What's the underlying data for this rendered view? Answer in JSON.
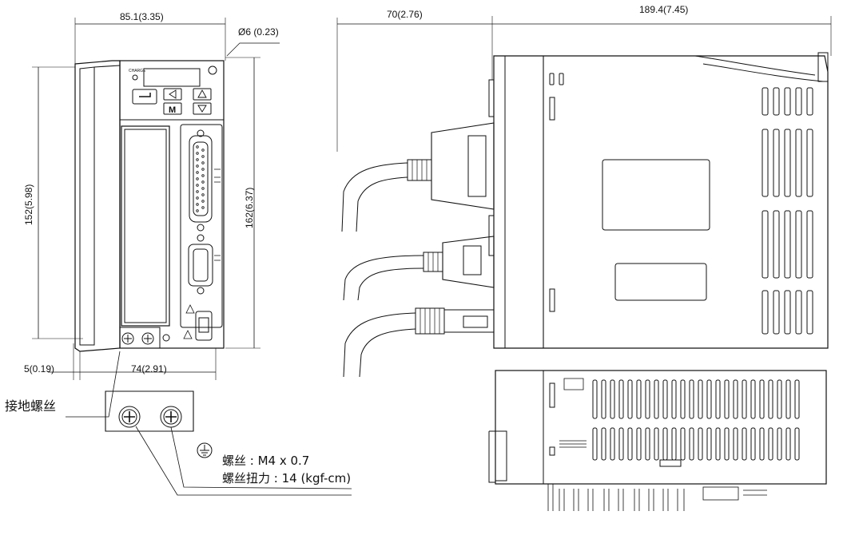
{
  "dimensions": {
    "width_front": "85.1(3.35)",
    "hole_diameter": "Ø6 (0.23)",
    "height_left": "152(5.98)",
    "height_right": "162(6.37)",
    "mount_offset": "5(0.19)",
    "mount_spacing": "74(2.91)",
    "cable_clearance": "70(2.76)",
    "depth": "189.4(7.45)"
  },
  "panel": {
    "charge_label": "CHARGE",
    "keys": [
      "↵",
      "◁",
      "△",
      "M",
      "▽"
    ]
  },
  "callout": {
    "ground_screw_label": "接地螺丝",
    "screw_spec": "螺丝 : M4 x 0.7",
    "torque_spec": "螺丝扭力 : 14 (kgf-cm)",
    "ground_symbol": "ground-symbol"
  }
}
